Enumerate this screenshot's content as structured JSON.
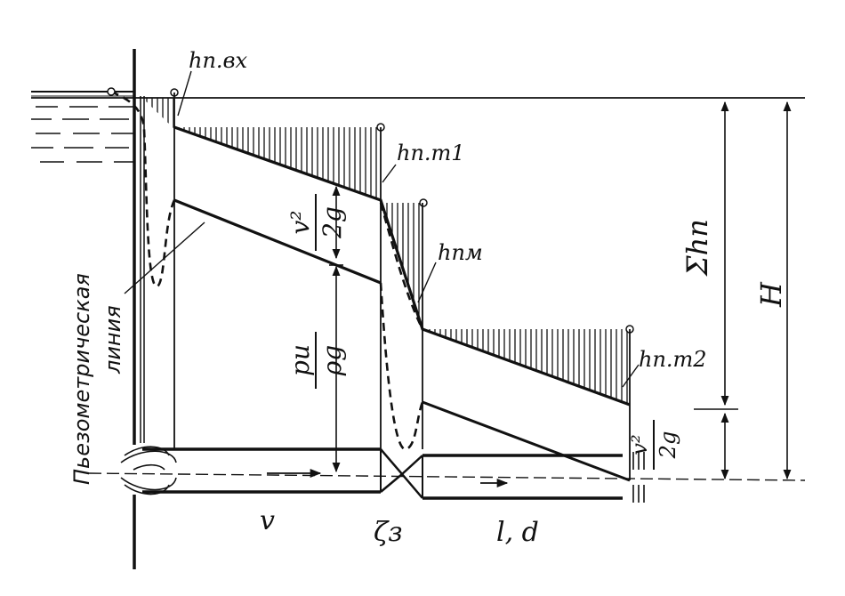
{
  "labels": {
    "h_inlet": "hп.вх",
    "h_pipe1": "hп.т1",
    "h_local": "hпм",
    "h_pipe2": "hп.т2",
    "sum_h": "Σhп",
    "total_head": "H",
    "velocity_head_num": "v²",
    "velocity_head_den": "2g",
    "pressure_head_num": "pи",
    "pressure_head_den": "ρg",
    "outlet_velocity_num": "v²",
    "outlet_velocity_den": "2g",
    "piezometric_line_1": "Пьезометрическая",
    "piezometric_line_2": "линия",
    "velocity": "v",
    "zeta": "ζз",
    "pipe_params": "l, d"
  },
  "colors": {
    "ink": "#111111",
    "paper": "#ffffff"
  }
}
